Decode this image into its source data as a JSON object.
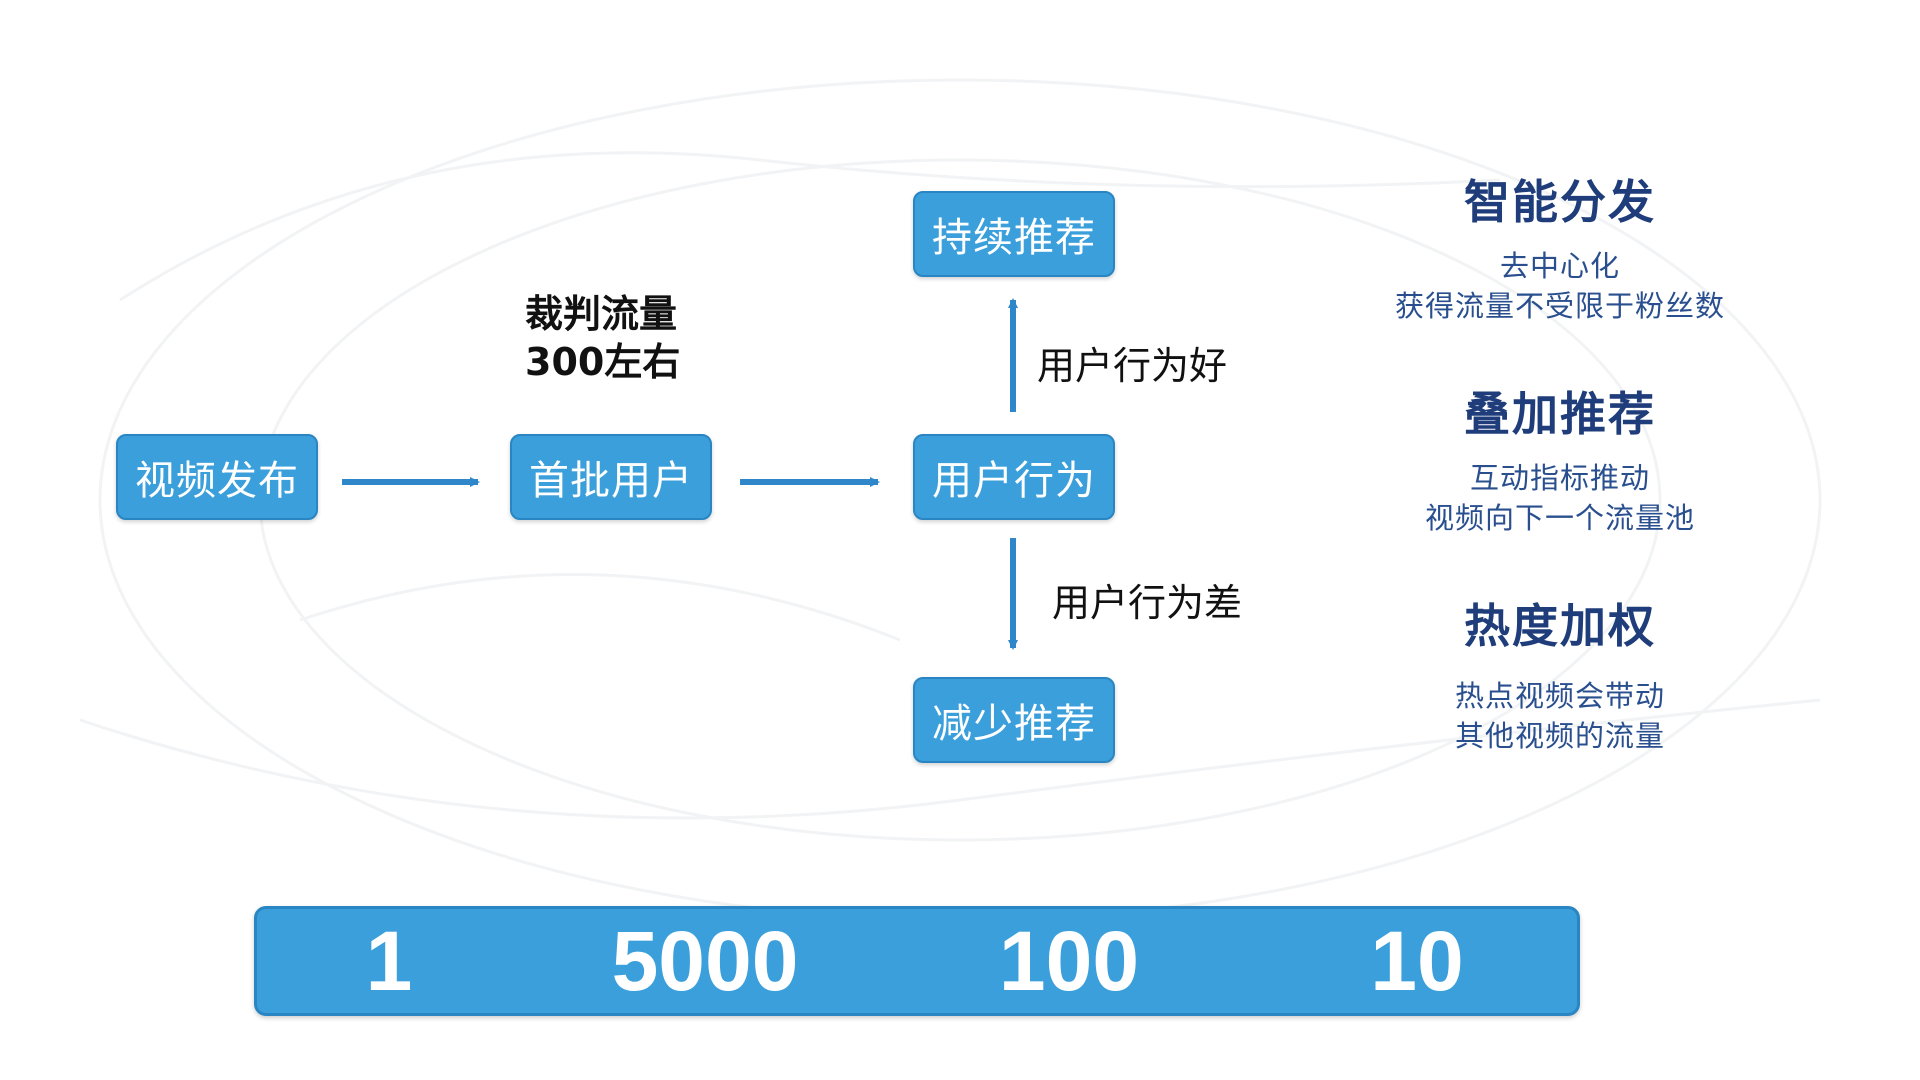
{
  "flow": {
    "publish": "视频发布",
    "first_users": "首批用户",
    "user_behavior": "用户行为",
    "keep_recommend": "持续推荐",
    "reduce_recommend": "减少推荐",
    "good_behavior": "用户行为好",
    "bad_behavior": "用户行为差",
    "judge_traffic_line1": "裁判流量",
    "judge_traffic_line2": "300左右"
  },
  "side": [
    {
      "title": "智能分发",
      "lines": [
        "去中心化",
        "获得流量不受限于粉丝数"
      ]
    },
    {
      "title": "叠加推荐",
      "lines": [
        "互动指标推动",
        "视频向下一个流量池"
      ]
    },
    {
      "title": "热度加权",
      "lines": [
        "热点视频会带动",
        "其他视频的流量"
      ]
    }
  ],
  "bottom_bar": {
    "values": [
      "1",
      "5000",
      "100",
      "10"
    ]
  },
  "colors": {
    "box_fill": "#3a9fdb",
    "box_border": "#2a86c2",
    "arrow": "#2f86c8",
    "side_title": "#1f3d7a",
    "side_text": "#2a4f8f"
  }
}
